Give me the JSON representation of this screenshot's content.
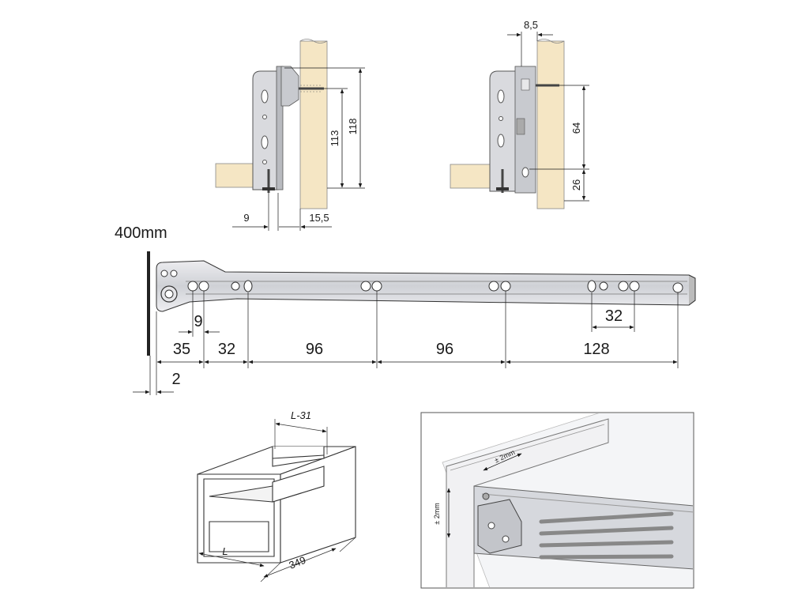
{
  "colors": {
    "wood": "#f5e6c4",
    "metal": "#d9dade",
    "metal_dark": "#a9abb0",
    "line": "#1a1a1a"
  },
  "top_left": {
    "dim_height_inner": "113",
    "dim_height_outer": "118",
    "dim_left": "9",
    "dim_right": "15,5"
  },
  "top_right": {
    "dim_top": "8,5",
    "dim_upper": "64",
    "dim_lower": "26"
  },
  "rail": {
    "length_label": "400mm",
    "dim_9": "9",
    "dim_35": "35",
    "dim_32_a": "32",
    "dim_96_a": "96",
    "dim_96_b": "96",
    "dim_128": "128",
    "dim_32_b": "32",
    "dim_2": "2"
  },
  "box": {
    "dim_top": "L-31",
    "dim_length": "L",
    "dim_depth": "349"
  },
  "detail": {
    "tol_horizontal": "± 2mm",
    "tol_vertical": "± 2mm"
  }
}
